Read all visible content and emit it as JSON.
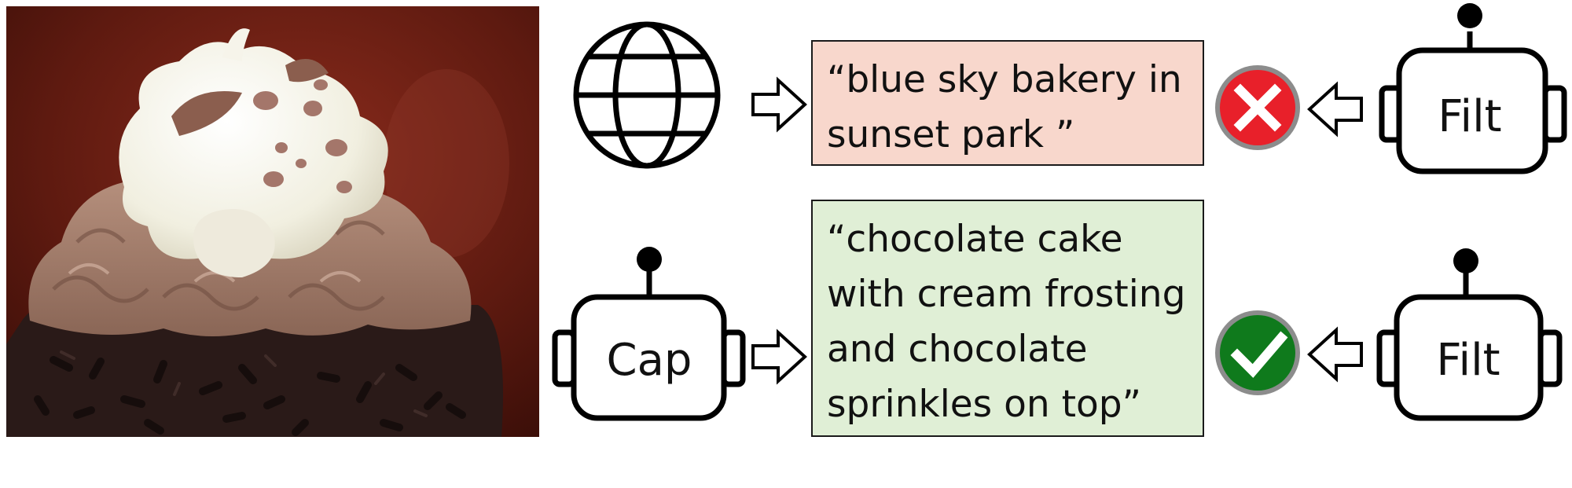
{
  "web_caption": {
    "lines": [
      "“blue sky bakery in",
      "sunset park ”"
    ]
  },
  "synthetic_caption": {
    "lines": [
      "“chocolate cake",
      "with cream frosting",
      "and chocolate",
      "sprinkles on top”"
    ]
  },
  "robots": {
    "captioner_label": "Cap",
    "filter_top_label": "Filt",
    "filter_bottom_label": "Filt"
  },
  "icons": {
    "source": "globe-icon",
    "reject": "x-icon",
    "accept": "check-icon",
    "flow": "hollow-arrow-icon"
  },
  "colors": {
    "reject_fill": "#e8202a",
    "accept_fill": "#0f7a1c",
    "badge_ring": "#8c8c8c",
    "web_box": "#f8d7cc",
    "synthetic_box": "#e0efd6"
  }
}
